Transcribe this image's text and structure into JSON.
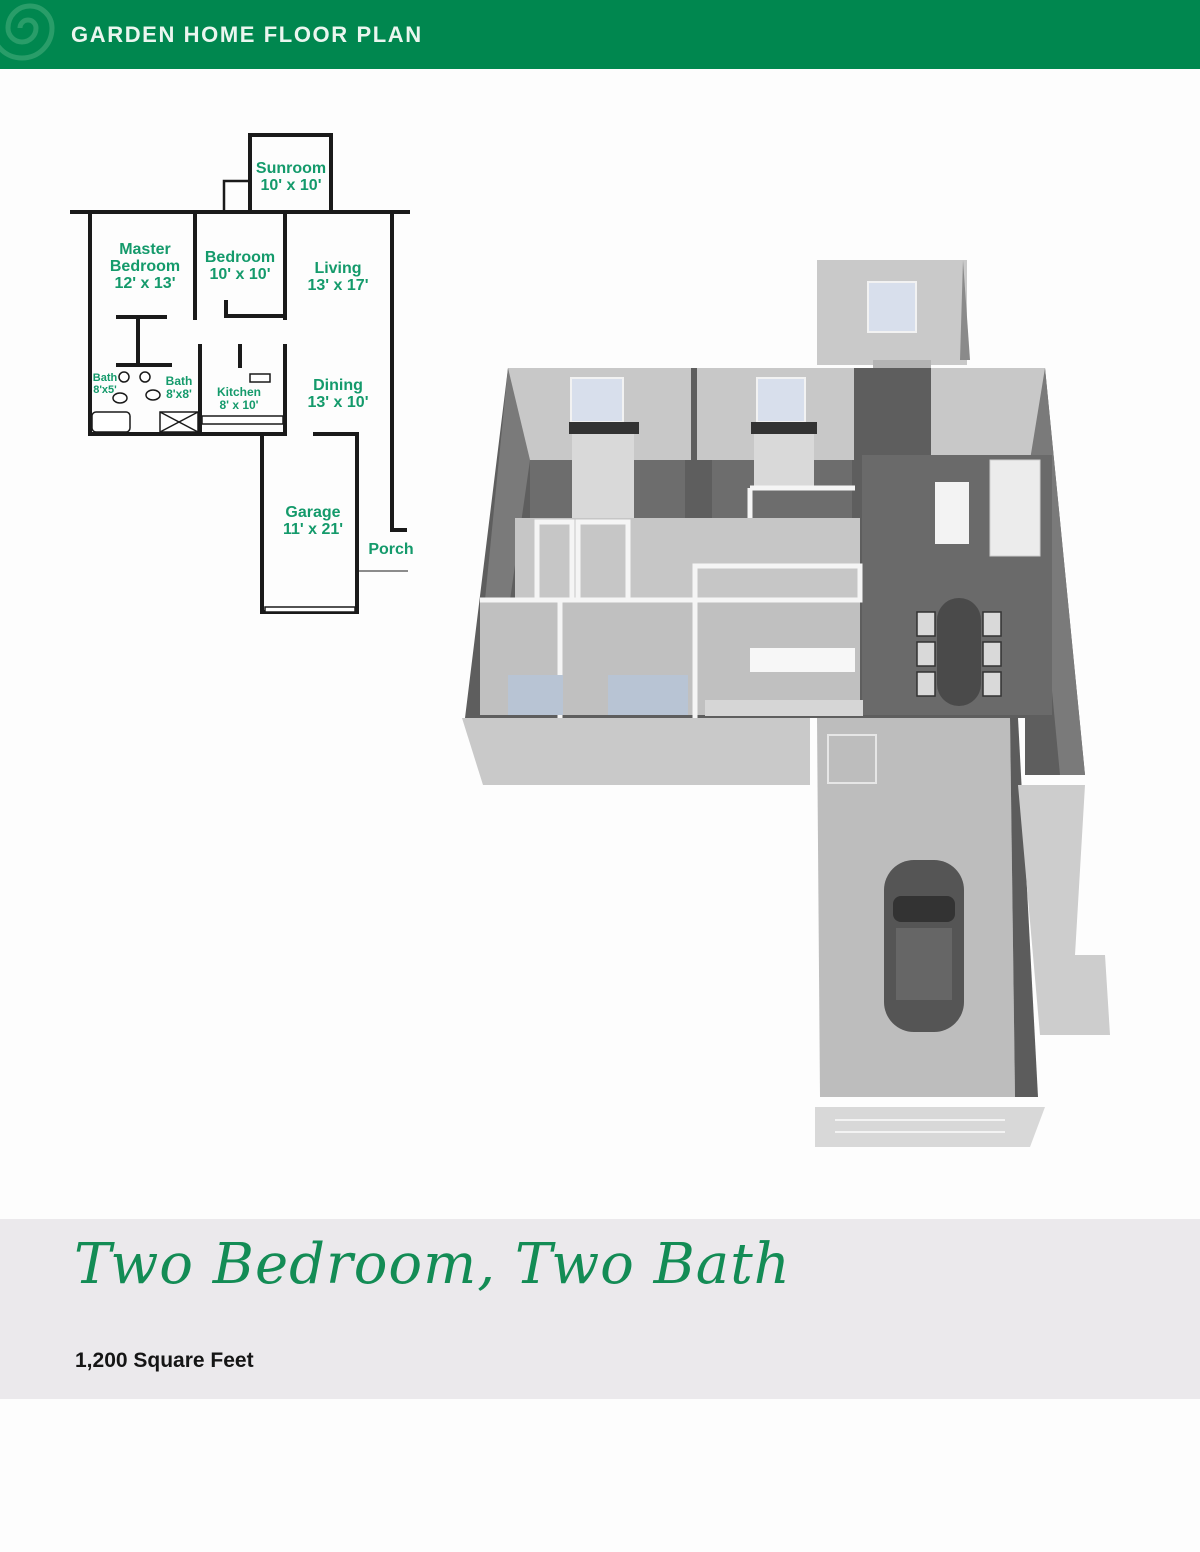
{
  "header": {
    "title": "GARDEN HOME FLOOR PLAN",
    "brand_color": "#00874f",
    "logo_icon": "swirl-icon"
  },
  "floor_plan": {
    "label_color": "#149a6b",
    "rooms": [
      {
        "id": "sunroom",
        "name": "Sunroom",
        "size": "10' x 10'"
      },
      {
        "id": "master_bedroom",
        "name": "Master Bedroom",
        "size": "12' x 13'"
      },
      {
        "id": "bedroom",
        "name": "Bedroom",
        "size": "10' x 10'"
      },
      {
        "id": "living",
        "name": "Living",
        "size": "13' x 17'"
      },
      {
        "id": "bath_small",
        "name": "Bath",
        "size": "8'x5'"
      },
      {
        "id": "bath",
        "name": "Bath",
        "size": "8'x8'"
      },
      {
        "id": "kitchen",
        "name": "Kitchen",
        "size": "8' x 10'"
      },
      {
        "id": "dining",
        "name": "Dining",
        "size": "13' x 10'"
      },
      {
        "id": "garage",
        "name": "Garage",
        "size": "11' x 21'"
      },
      {
        "id": "porch",
        "name": "Porch",
        "size": ""
      }
    ]
  },
  "render_3d": {
    "description": "3D top-down rendering of the floor plan with furniture and car in garage"
  },
  "summary": {
    "headline": "Two Bedroom, Two Bath",
    "square_feet": "1,200 Square Feet",
    "headline_color": "#138c55",
    "band_color": "#ebe9ec"
  }
}
